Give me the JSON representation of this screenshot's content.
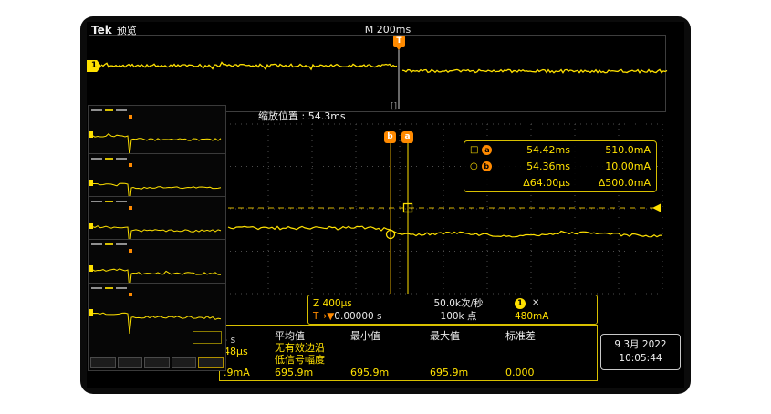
{
  "colors": {
    "trace_yellow": "#ffe100",
    "marker_orange": "#ff8a00"
  },
  "topbar": {
    "brand": "Tek",
    "mode": "预览",
    "timebase": "M 200ms",
    "trigger_flag": "T",
    "zoom_bracket": "[]"
  },
  "channel": {
    "badge": "1"
  },
  "zoom": {
    "position_label": "缩放位置 : 54.3ms"
  },
  "cursors": {
    "a_badge": "a",
    "b_badge": "b",
    "readout": {
      "a_marker": "□",
      "a_time": "54.42ms",
      "a_value": "510.0mA",
      "b_marker": "○",
      "b_time": "54.36ms",
      "b_value": "10.00mA",
      "delta_time": "Δ64.00µs",
      "delta_value": "Δ500.0mA"
    }
  },
  "status_bar": {
    "zoom_scale": "Z 400µs",
    "trigger_indicator": "T→▼",
    "trigger_position": "0.00000 s",
    "acq_rate": "50.0k次/秒",
    "record_length": "100k 点",
    "channel_badge": "1",
    "channel_symbol": "✕",
    "channel_scale": "480mA"
  },
  "measurements": {
    "headers": [
      "平均值",
      "最小值",
      "最大值",
      "标准差"
    ],
    "partials": [
      "- s",
      "48µs",
      ".9mA"
    ],
    "warnings": [
      "无有效边沿",
      "低信号幅度"
    ],
    "values": [
      "695.9m",
      "695.9m",
      "695.9m",
      "0.000"
    ]
  },
  "datetime": {
    "date": "9 3月 2022",
    "time": "10:05:44"
  }
}
